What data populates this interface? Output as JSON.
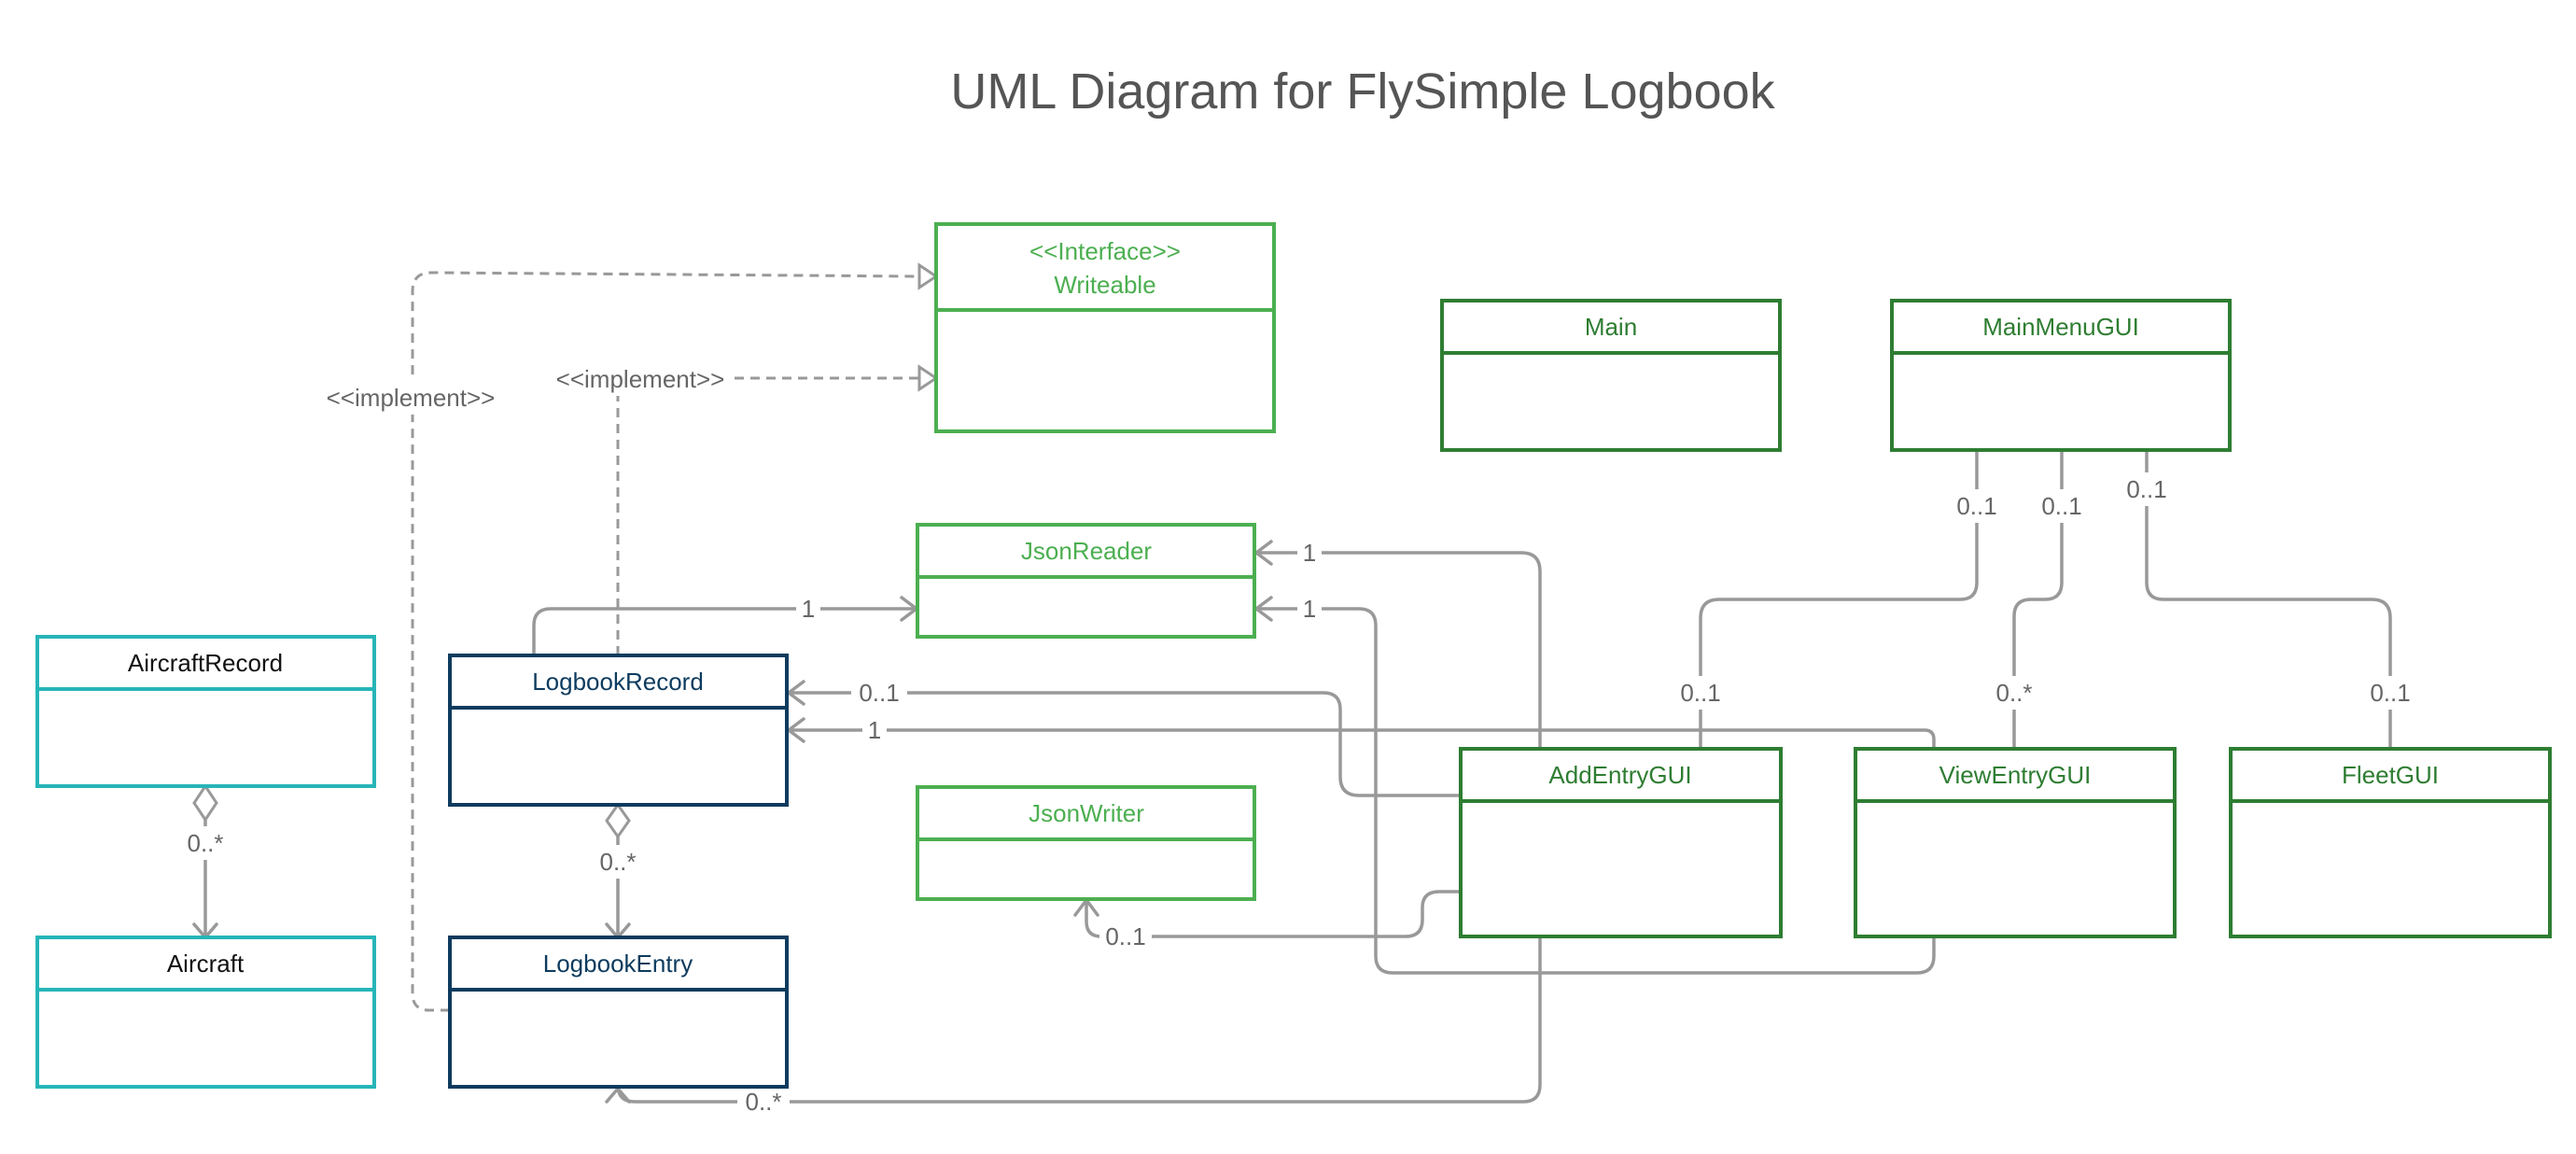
{
  "title": "UML Diagram for FlySimple Logbook",
  "colors": {
    "green_dark": "#2e7d32",
    "green_light": "#4caf50",
    "teal": "#26b5b8",
    "navy": "#0d3b5e",
    "connector": "#999999",
    "text_gray": "#666666"
  },
  "classes": {
    "writeable": {
      "stereotype": "<<Interface>>",
      "name": "Writeable"
    },
    "main": {
      "name": "Main"
    },
    "main_menu_gui": {
      "name": "MainMenuGUI"
    },
    "json_reader": {
      "name": "JsonReader"
    },
    "json_writer": {
      "name": "JsonWriter"
    },
    "aircraft_record": {
      "name": "AircraftRecord"
    },
    "aircraft": {
      "name": "Aircraft"
    },
    "logbook_record": {
      "name": "LogbookRecord"
    },
    "logbook_entry": {
      "name": "LogbookEntry"
    },
    "add_entry_gui": {
      "name": "AddEntryGUI"
    },
    "view_entry_gui": {
      "name": "ViewEntryGUI"
    },
    "fleet_gui": {
      "name": "FleetGUI"
    }
  },
  "labels": {
    "implement_left": "<<implement>>",
    "implement_right": "<<implement>>",
    "mm_add_src": "0..1",
    "mm_view_src": "0..1",
    "mm_fleet_src": "0..1",
    "mm_add_dst": "0..1",
    "mm_view_dst": "0..*",
    "mm_fleet_dst": "0..1",
    "add_reader": "1",
    "view_reader": "1",
    "record_reader": "1",
    "add_record": "0..1",
    "view_record": "1",
    "add_writer": "0..1",
    "aircraft_agg": "0..*",
    "logbook_agg": "0..*",
    "add_entry": "0..*"
  }
}
